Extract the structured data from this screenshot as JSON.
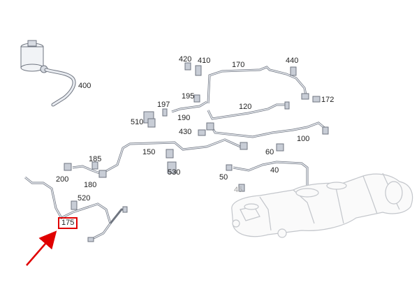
{
  "diagram": {
    "parts": {
      "p40": "40",
      "p45": "45",
      "p50": "50",
      "p60": "60",
      "p100": "100",
      "p120": "120",
      "p150": "150",
      "p170": "170",
      "p172": "172",
      "p175": "175",
      "p180": "180",
      "p185": "185",
      "p190": "190",
      "p195": "195",
      "p197": "197",
      "p200": "200",
      "p400": "400",
      "p410": "410",
      "p420": "420",
      "p430": "430",
      "p440": "440",
      "p510": "510",
      "p520": "520",
      "p530": "530"
    },
    "highlighted_part": "175"
  },
  "colors": {
    "line": "#6f7580",
    "pipe_fill": "#e9ecf1",
    "tank_line": "#c3c6cb",
    "highlight": "#e00000"
  }
}
